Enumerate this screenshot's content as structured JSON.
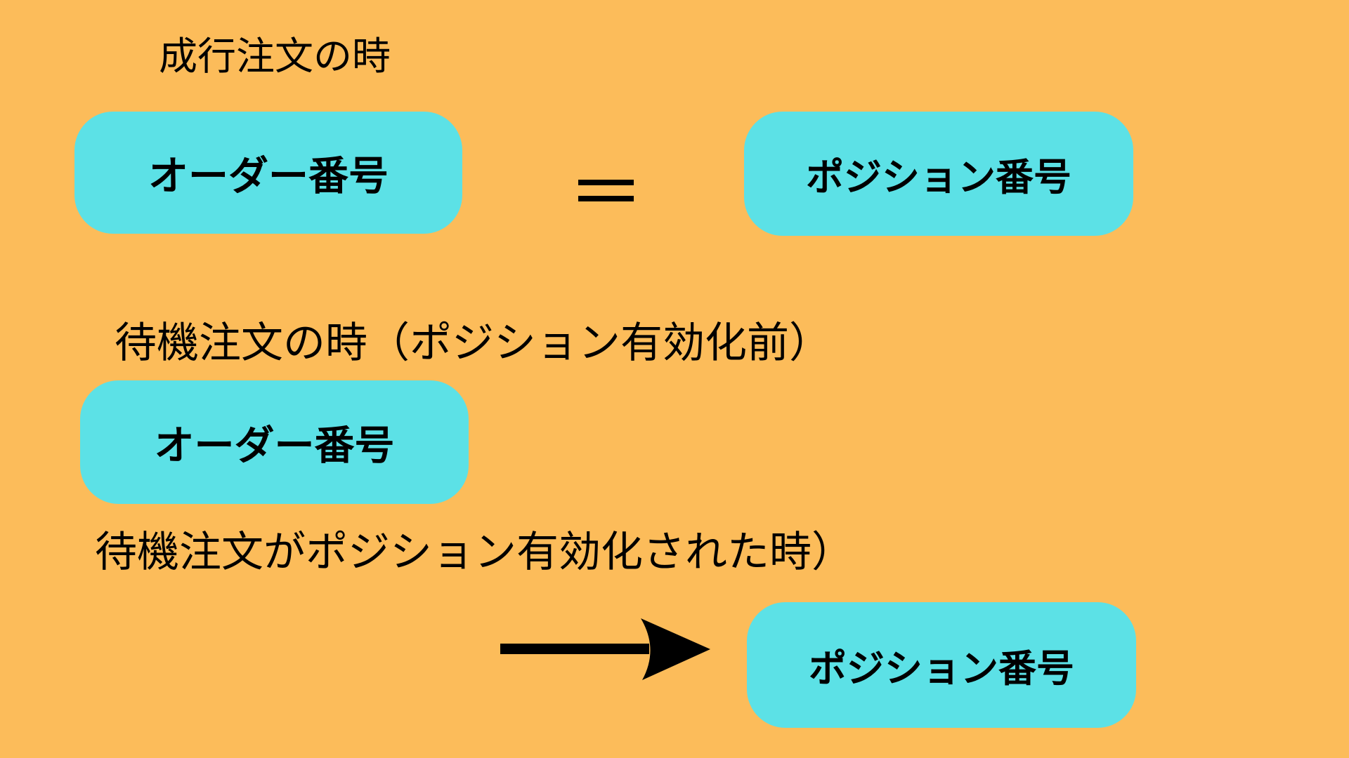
{
  "canvas": {
    "background_color": "#FCBC5A",
    "box_color": "#5CE1E6",
    "text_color": "#000000"
  },
  "sections": {
    "market_order": {
      "label": "成行注文の時",
      "left_box_label": "オーダー番号",
      "operator_icon": "equals-icon",
      "right_box_label": "ポジション番号"
    },
    "pending_order_before_activation": {
      "label": "待機注文の時（ポジション有効化前）",
      "box_label": "オーダー番号"
    },
    "pending_order_activated": {
      "label": "待機注文がポジション有効化された時）",
      "operator_icon": "arrow-right-icon",
      "box_label": "ポジション番号"
    }
  }
}
